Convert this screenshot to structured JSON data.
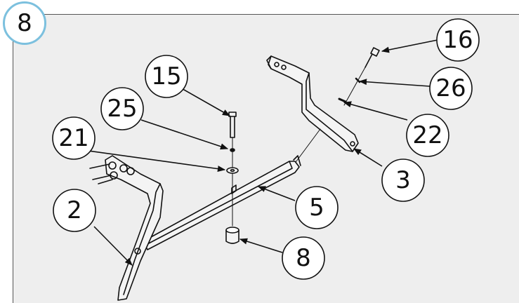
{
  "step": {
    "number": "8"
  },
  "callouts": [
    "16",
    "26",
    "15",
    "25",
    "22",
    "21",
    "3",
    "2",
    "5",
    "8"
  ],
  "colors": {
    "badge_ring": "#7cc0de",
    "panel": "#eeeeee",
    "line": "#111111"
  }
}
